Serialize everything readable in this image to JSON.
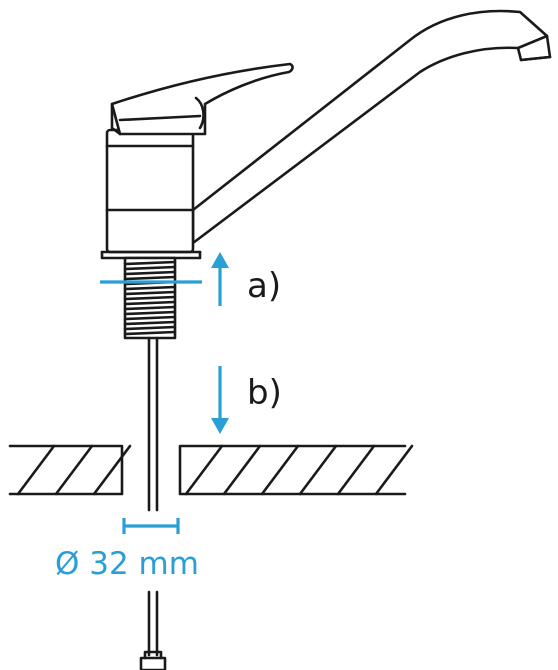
{
  "labels": {
    "step_a": "a)",
    "step_b": "b)",
    "hole_diameter": "Ø 32 mm"
  },
  "colors": {
    "accent": "#2a9fd6",
    "ink": "#1a1a1a"
  }
}
